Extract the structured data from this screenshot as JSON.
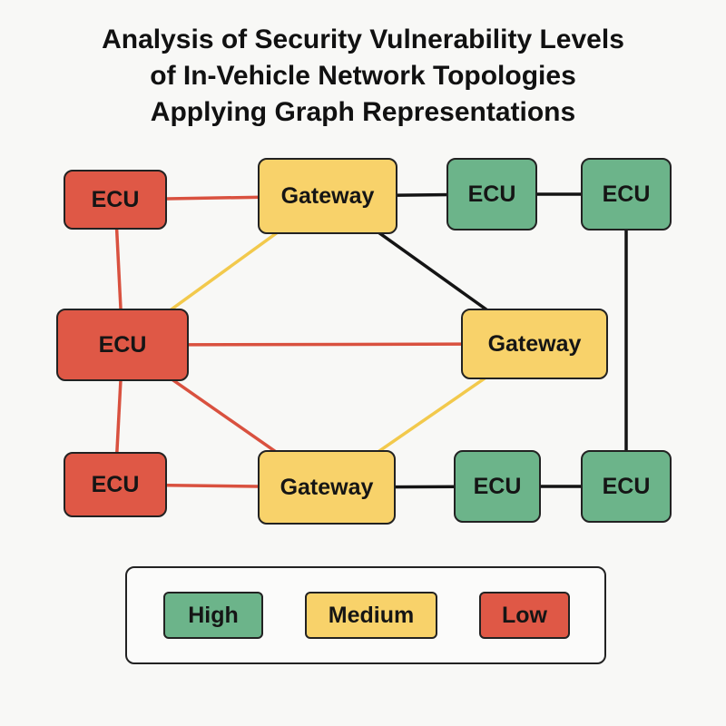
{
  "title_lines": [
    "Analysis of Security Vulnerability Levels",
    "of In-Vehicle Network Topologies",
    "Applying Graph Representations"
  ],
  "colors": {
    "high": "#6cb48a",
    "medium": "#f8d26a",
    "low": "#df5846"
  },
  "nodes": [
    {
      "id": "n1",
      "label": "ECU",
      "level": "low"
    },
    {
      "id": "n2",
      "label": "Gateway",
      "level": "medium"
    },
    {
      "id": "n3",
      "label": "ECU",
      "level": "high"
    },
    {
      "id": "n4",
      "label": "ECU",
      "level": "high"
    },
    {
      "id": "n5",
      "label": "ECU",
      "level": "low"
    },
    {
      "id": "n6",
      "label": "Gateway",
      "level": "medium"
    },
    {
      "id": "n7",
      "label": "ECU",
      "level": "low"
    },
    {
      "id": "n8",
      "label": "Gateway",
      "level": "medium"
    },
    {
      "id": "n9",
      "label": "ECU",
      "level": "high"
    },
    {
      "id": "n10",
      "label": "ECU",
      "level": "high"
    }
  ],
  "edges": [
    {
      "from": "n1",
      "to": "n2",
      "color": "red"
    },
    {
      "from": "n1",
      "to": "n5",
      "color": "red"
    },
    {
      "from": "n2",
      "to": "n3",
      "color": "black"
    },
    {
      "from": "n3",
      "to": "n4",
      "color": "black"
    },
    {
      "from": "n2",
      "to": "n5",
      "color": "yellow"
    },
    {
      "from": "n2",
      "to": "n6",
      "color": "black"
    },
    {
      "from": "n4",
      "to": "n10",
      "color": "black"
    },
    {
      "from": "n5",
      "to": "n6",
      "color": "red"
    },
    {
      "from": "n5",
      "to": "n7",
      "color": "red"
    },
    {
      "from": "n5",
      "to": "n8",
      "color": "red"
    },
    {
      "from": "n6",
      "to": "n8",
      "color": "yellow"
    },
    {
      "from": "n7",
      "to": "n8",
      "color": "red"
    },
    {
      "from": "n8",
      "to": "n9",
      "color": "black"
    },
    {
      "from": "n9",
      "to": "n10",
      "color": "black"
    }
  ],
  "edge_colors": {
    "red": "#d9513f",
    "yellow": "#f2c94c",
    "black": "#141414"
  },
  "legend": [
    {
      "label": "High",
      "level": "high"
    },
    {
      "label": "Medium",
      "level": "medium"
    },
    {
      "label": "Low",
      "level": "low"
    }
  ]
}
